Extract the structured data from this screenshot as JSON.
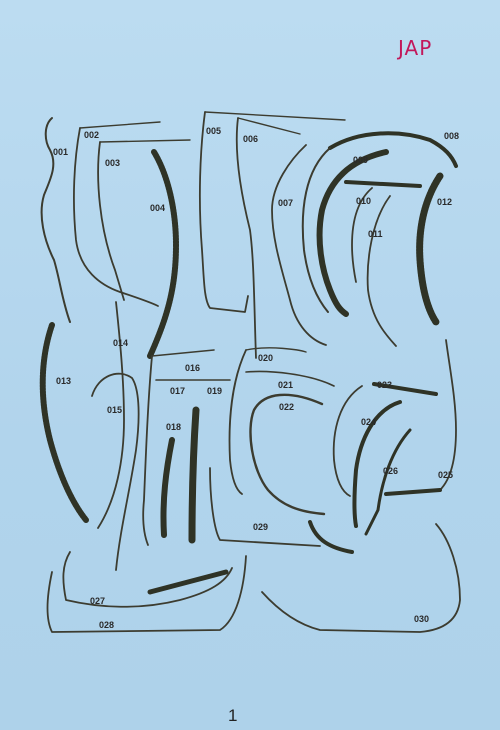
{
  "header": {
    "brand": "JAP"
  },
  "parts": [
    {
      "id": "p001",
      "label": "001"
    },
    {
      "id": "p002",
      "label": "002"
    },
    {
      "id": "p003",
      "label": "003"
    },
    {
      "id": "p004",
      "label": "004"
    },
    {
      "id": "p005",
      "label": "005"
    },
    {
      "id": "p006",
      "label": "006"
    },
    {
      "id": "p007",
      "label": "007"
    },
    {
      "id": "p008",
      "label": "008"
    },
    {
      "id": "p009",
      "label": "009"
    },
    {
      "id": "p010",
      "label": "010"
    },
    {
      "id": "p011",
      "label": "011"
    },
    {
      "id": "p012",
      "label": "012"
    },
    {
      "id": "p013",
      "label": "013"
    },
    {
      "id": "p014",
      "label": "014"
    },
    {
      "id": "p015",
      "label": "015"
    },
    {
      "id": "p016",
      "label": "016"
    },
    {
      "id": "p017",
      "label": "017"
    },
    {
      "id": "p018",
      "label": "018"
    },
    {
      "id": "p019",
      "label": "019"
    },
    {
      "id": "p020",
      "label": "020"
    },
    {
      "id": "p021",
      "label": "021"
    },
    {
      "id": "p022",
      "label": "022"
    },
    {
      "id": "p023",
      "label": "023"
    },
    {
      "id": "p024",
      "label": "024"
    },
    {
      "id": "p025",
      "label": "025"
    },
    {
      "id": "p026",
      "label": "026"
    },
    {
      "id": "p027",
      "label": "027"
    },
    {
      "id": "p028",
      "label": "028"
    },
    {
      "id": "p029",
      "label": "029"
    },
    {
      "id": "p030",
      "label": "030"
    }
  ],
  "footer": {
    "page_number": "1"
  },
  "colors": {
    "background": "#b4d6ee",
    "brand": "#c2185b",
    "hose": "#3c3c30",
    "armored": "#2f3326"
  }
}
